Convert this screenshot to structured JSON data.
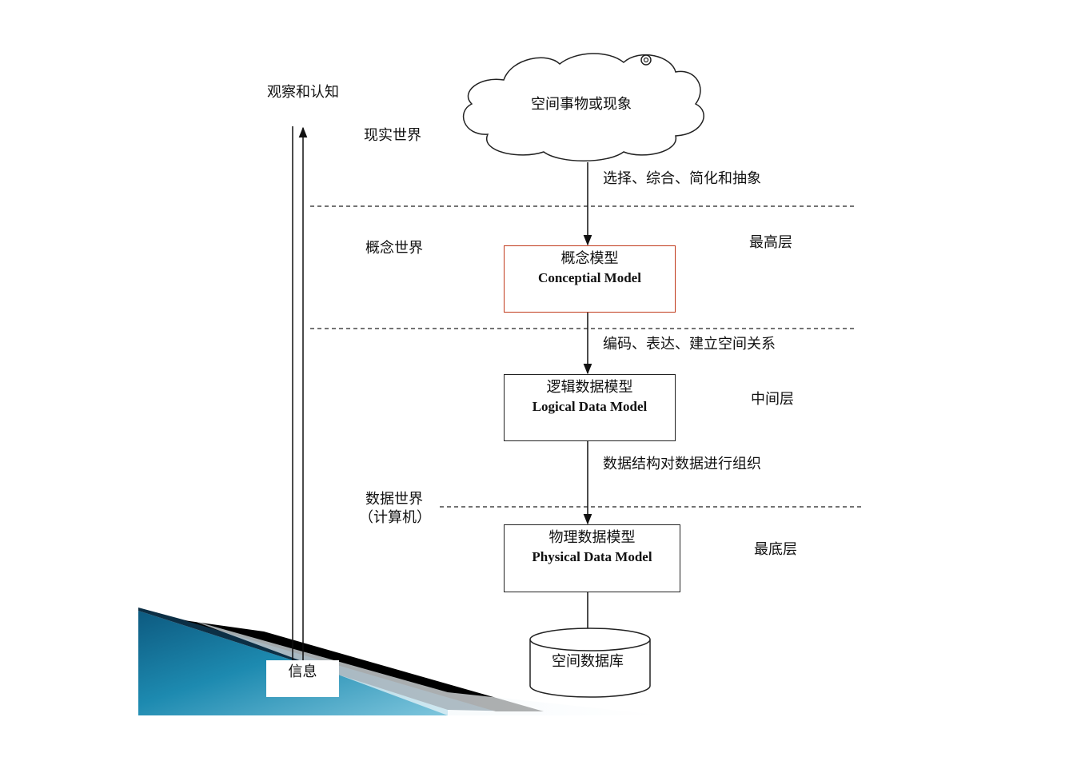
{
  "left_axis": {
    "top_label": "观察和认知",
    "bottom_label": "信息"
  },
  "worlds": {
    "real": "现实世界",
    "conceptual": "概念世界",
    "data_line1": "数据世界",
    "data_line2": "（计算机）"
  },
  "cloud": {
    "label": "空间事物或现象"
  },
  "steps": {
    "step1": "选择、综合、简化和抽象",
    "step2": "编码、表达、建立空间关系",
    "step3": "数据结构对数据进行组织"
  },
  "models": {
    "conceptual": {
      "zh": "概念模型",
      "en": "Conceptial Model",
      "border_color": "#c0391b"
    },
    "logical": {
      "zh": "逻辑数据模型",
      "en": "Logical Data Model",
      "border_color": "#222222"
    },
    "physical": {
      "zh": "物理数据模型",
      "en": "Physical Data Model",
      "border_color": "#222222"
    }
  },
  "levels": {
    "top": "最高层",
    "middle": "中间层",
    "bottom": "最底层"
  },
  "database": {
    "label": "空间数据库"
  },
  "colors": {
    "teal": "#1d7fa3",
    "dark_teal": "#0a3a55",
    "black_band": "#000000"
  }
}
